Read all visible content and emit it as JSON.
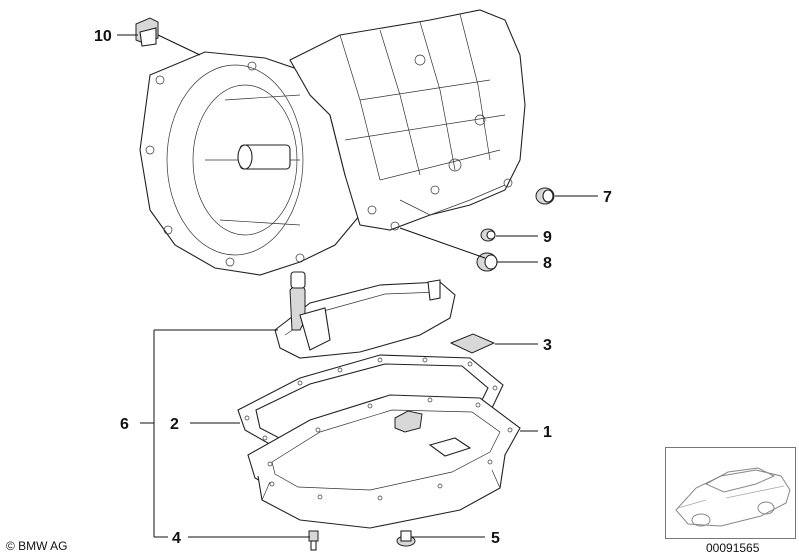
{
  "callouts": {
    "c1": "1",
    "c2": "2",
    "c3": "3",
    "c4": "4",
    "c5": "5",
    "c6": "6",
    "c7": "7",
    "c8": "8",
    "c9": "9",
    "c10": "10"
  },
  "footer": {
    "copyright": "© BMW AG",
    "ref_number": "00091565"
  }
}
